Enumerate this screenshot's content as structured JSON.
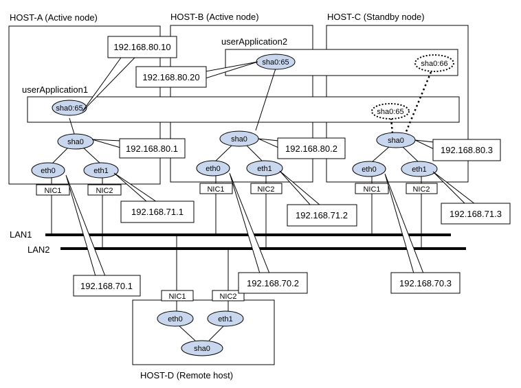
{
  "hosts": {
    "a": {
      "title": "HOST-A (Active node)"
    },
    "b": {
      "title": "HOST-B (Active node)"
    },
    "c": {
      "title": "HOST-C (Standby node)"
    },
    "d": {
      "title": "HOST-D (Remote host)"
    }
  },
  "applications": {
    "app1": "userApplication1",
    "app2": "userApplication2"
  },
  "interfaces": {
    "sha0_65": "sha0:65",
    "sha0_66": "sha0:66",
    "sha0": "sha0",
    "eth0": "eth0",
    "eth1": "eth1",
    "nic1": "NIC1",
    "nic2": "NIC2"
  },
  "lans": {
    "lan1": "LAN1",
    "lan2": "LAN2"
  },
  "addresses": {
    "vip_a": "192.168.80.10",
    "vip_b": "192.168.80.20",
    "sha_a": "192.168.80.1",
    "sha_b": "192.168.80.2",
    "sha_c": "192.168.80.3",
    "eth1_a": "192.168.71.1",
    "eth1_b": "192.168.71.2",
    "eth1_c": "192.168.71.3",
    "eth0_a": "192.168.70.1",
    "eth0_b": "192.168.70.2",
    "eth0_c": "192.168.70.3"
  }
}
